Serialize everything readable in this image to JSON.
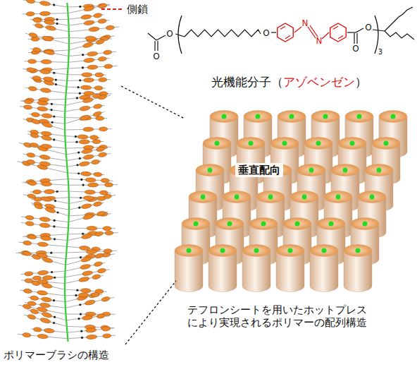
{
  "diagram": {
    "labels": [
      "側鎖",
      "O",
      "O",
      "O",
      "N",
      "N",
      "O",
      "O",
      "3",
      "光機能分子（",
      "アゾベンゼン",
      "）",
      "垂直配向",
      "テフロンシートを用いたホットプレス により実現されるポリマーの配列構造",
      "ポリマーブラシの構造"
    ]
  }
}
